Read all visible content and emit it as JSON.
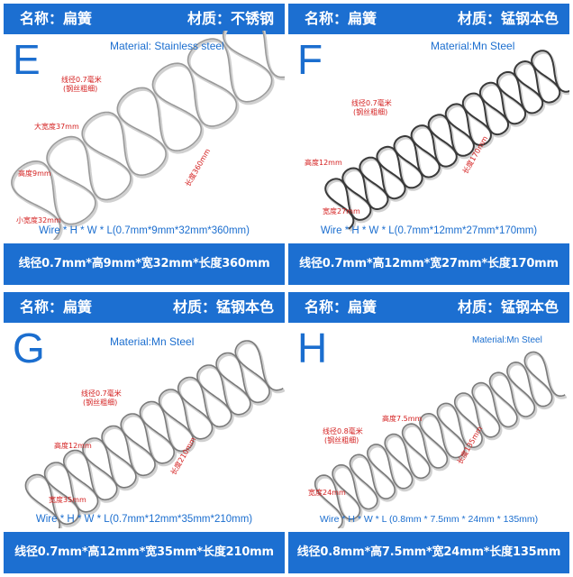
{
  "panels": [
    {
      "name": "名称：扁簧",
      "material_cn": "材质：不锈钢",
      "letter": "E",
      "material_en": "Material: Stainless steel",
      "annotations": {
        "wire": "线径0.7毫米",
        "wire_note": "(钢丝粗细)",
        "width_big": "大宽度37mm",
        "height": "高度9mm",
        "width_small": "小宽度32mm",
        "length": "长度360mm"
      },
      "spec_en": "Wire * H * W * L(0.7mm*9mm*32mm*360mm)",
      "spec_cn": "线径0.7mm*高9mm*宽32mm*长度360mm",
      "coils": 7,
      "wire_color": "#9a9a9a"
    },
    {
      "name": "名称：扁簧",
      "material_cn": "材质：锰钢本色",
      "letter": "F",
      "material_en": "Material:Mn Steel",
      "annotations": {
        "wire": "线径0.7毫米",
        "wire_note": "(钢丝粗细)",
        "height": "高度12mm",
        "width": "宽度27mm",
        "length": "长度170mm"
      },
      "spec_en": "Wire * H * W * L(0.7mm*12mm*27mm*170mm)",
      "spec_cn": "线径0.7mm*高12mm*宽27mm*长度170mm",
      "coils": 13,
      "wire_color": "#3a3a3a"
    },
    {
      "name": "名称：扁簧",
      "material_cn": "材质：锰钢本色",
      "letter": "G",
      "material_en": "Material:Mn Steel",
      "annotations": {
        "wire": "线径0.7毫米",
        "wire_note": "(钢丝粗细)",
        "height": "高度12mm",
        "width": "宽度35mm",
        "length": "长度210mm"
      },
      "spec_en": "Wire * H * W * L(0.7mm*12mm*35mm*210mm)",
      "spec_cn": "线径0.7mm*高12mm*宽35mm*长度210mm",
      "coils": 12,
      "wire_color": "#7a7a7a"
    },
    {
      "name": "名称：扁簧",
      "material_cn": "材质：锰钢本色",
      "letter": "H",
      "material_en": "Material:Mn Steel",
      "annotations": {
        "wire": "线径0.8毫米",
        "wire_note": "(钢丝粗细)",
        "height": "高度7.5mm",
        "width": "宽度24mm",
        "length": "长度135mm"
      },
      "spec_en": "Wire * H * W * L (0.8mm * 7.5mm * 24mm * 135mm)",
      "spec_cn": "线径0.8mm*高7.5mm*宽24mm*长度135mm",
      "coils": 13,
      "wire_color": "#7a7a7a"
    }
  ]
}
